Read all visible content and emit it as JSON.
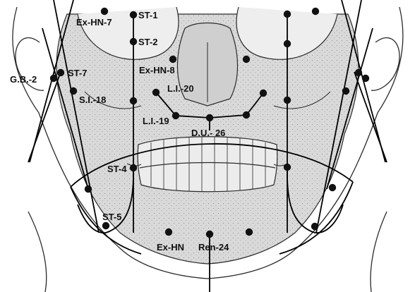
{
  "colors": {
    "background": "#ffffff",
    "skull_fill": "#d9d9d9",
    "outline": "#2a2a2a",
    "meridian_line": "#000000",
    "acupoint": "#111111",
    "label": "#111111"
  },
  "labels": {
    "st1": "ST-1",
    "st2": "ST-2",
    "exhn7": "Ex-HN-7",
    "exhn8": "Ex-HN-8",
    "gb2": "G.B.-2",
    "st7": "ST-7",
    "si18": "S.I.-18",
    "li20": "L.I.-20",
    "li19": "L.I.-19",
    "du26": "D.U.- 26",
    "st4": "ST-4",
    "st5": "ST-5",
    "exhn": "Ex-HN",
    "ren24": "Ren-24"
  },
  "icons": {
    "acupoint": "filled-circle-marker"
  }
}
